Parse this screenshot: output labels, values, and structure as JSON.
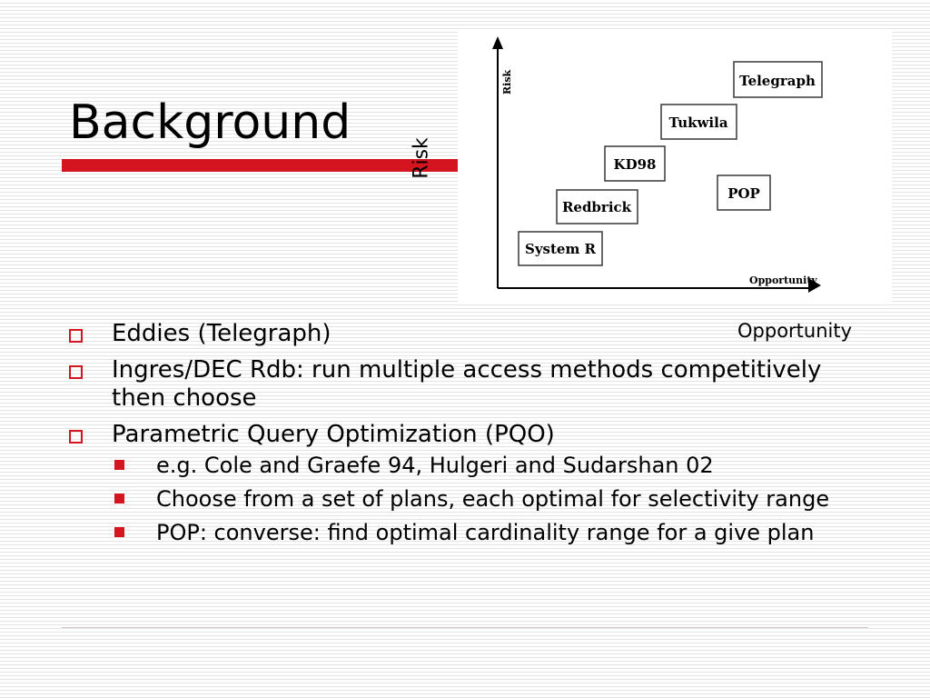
{
  "slide": {
    "title": "Background",
    "side_label": "Risk",
    "bottom_label": "Opportunity"
  },
  "diagram": {
    "y_axis_label": "Risk",
    "x_axis_label": "Opportunity",
    "nodes": [
      {
        "label": "Telegraph"
      },
      {
        "label": "Tukwila"
      },
      {
        "label": "KD98"
      },
      {
        "label": "POP"
      },
      {
        "label": "Redbrick"
      },
      {
        "label": "System R"
      }
    ]
  },
  "bullets": [
    {
      "text": "Eddies (Telegraph)"
    },
    {
      "text": "Ingres/DEC Rdb: run multiple access methods competitively then choose"
    },
    {
      "text": "Parametric Query Optimization (PQO)",
      "sub": [
        {
          "text": "e.g. Cole and Graefe 94, Hulgeri and Sudarshan 02"
        },
        {
          "text": "Choose from a set of plans, each optimal for selectivity range"
        },
        {
          "text": "POP: converse: find optimal cardinality range for a give plan"
        }
      ]
    }
  ],
  "colors": {
    "accent": "#d4141e",
    "text": "#000000",
    "background_lines": "#e4e4e4"
  }
}
